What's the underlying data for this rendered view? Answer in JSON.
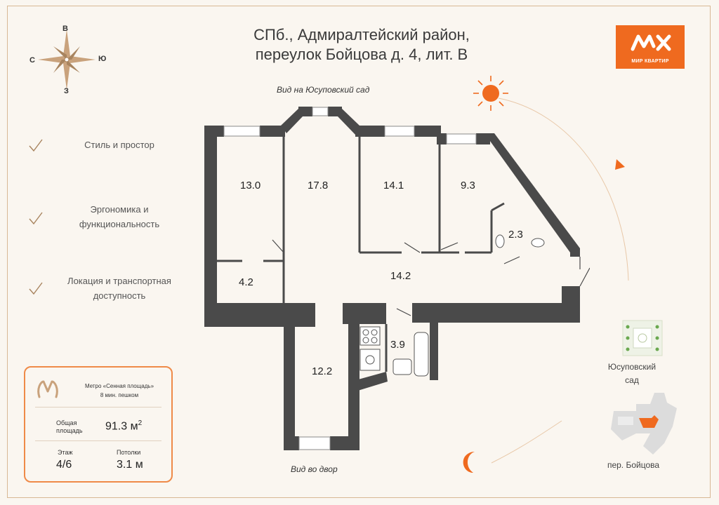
{
  "address": {
    "line1": "СПб., Адмиралтейский район,",
    "line2": "переулок Бойцова д. 4, лит. В"
  },
  "logo": {
    "text": "МИР КВАРТИР"
  },
  "compass": {
    "north": "В",
    "west": "С",
    "east": "Ю",
    "south": "З"
  },
  "features": [
    {
      "line1": "Стиль и простор",
      "line2": ""
    },
    {
      "line1": "Эргономика и",
      "line2": "функциональность"
    },
    {
      "line1": "Локация и транспортная",
      "line2": "доступность"
    }
  ],
  "views": {
    "top": "Вид на Юсуповский сад",
    "bottom": "Вид во двор"
  },
  "rooms": [
    "13.0",
    "17.8",
    "14.1",
    "9.3",
    "2.3",
    "4.2",
    "14.2",
    "3.9",
    "12.2"
  ],
  "info": {
    "metro_line1": "Метро «Сенная площадь»",
    "metro_line2": "8 мин. пешком",
    "area_label1": "Общая",
    "area_label2": "площадь",
    "area_value": "91.3 м",
    "area_sup": "2",
    "floor_label": "Этаж",
    "floor_value": "4/6",
    "ceiling_label": "Потолки",
    "ceiling_value": "3.1 м"
  },
  "map": {
    "park_line1": "Юсуповский",
    "park_line2": "сад",
    "street": "пер. Бойцова"
  },
  "colors": {
    "accent": "#ef6a1f",
    "wall": "#4a4a4a",
    "border": "#d8b894"
  }
}
